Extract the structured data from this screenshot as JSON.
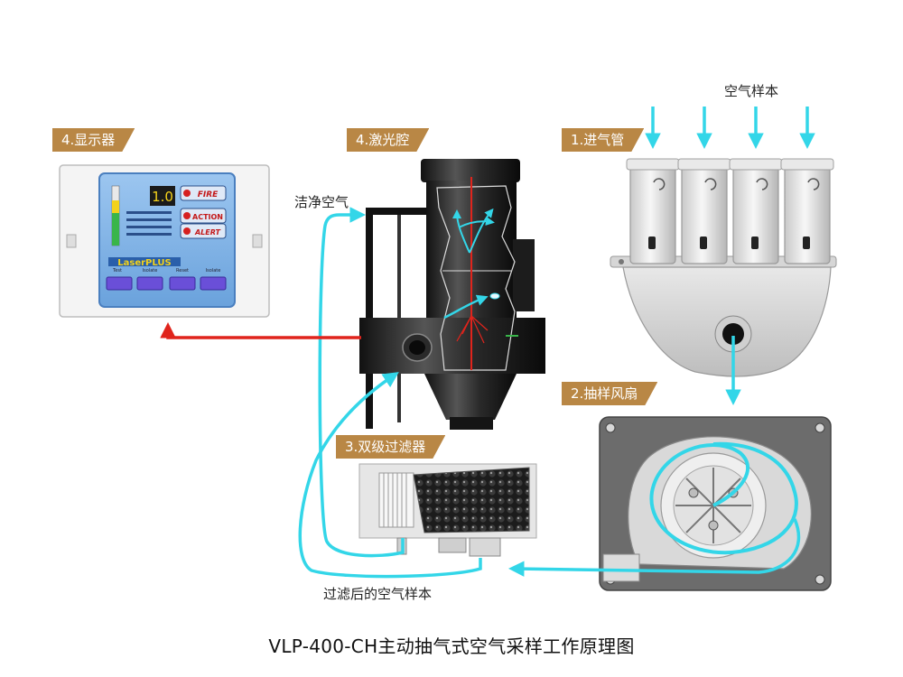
{
  "labels": {
    "display": "4.显示器",
    "laser_chamber": "4.激光腔",
    "intake_pipe": "1.进气管",
    "sampling_fan": "2.抽样风扇",
    "dual_filter": "3.双级过滤器"
  },
  "annotations": {
    "air_sample": "空气样本",
    "clean_air": "洁净空气",
    "filtered_sample": "过滤后的空气样本"
  },
  "caption": "VLP-400-CH主动抽气式空气采样工作原理图",
  "display_panel": {
    "readout": "1.0",
    "buttons": [
      "FIRE",
      "ACTION",
      "ALERT"
    ],
    "brand": "LaserPLUS",
    "soft_keys": [
      "Test",
      "Isolate",
      "Reset",
      "Isolate"
    ]
  },
  "colors": {
    "tag_bg": "#b98745",
    "airflow": "#33d6e8",
    "signal": "#e0241c",
    "panel_blue": "#7fb3e8",
    "soft_key": "#6a4fd8"
  }
}
